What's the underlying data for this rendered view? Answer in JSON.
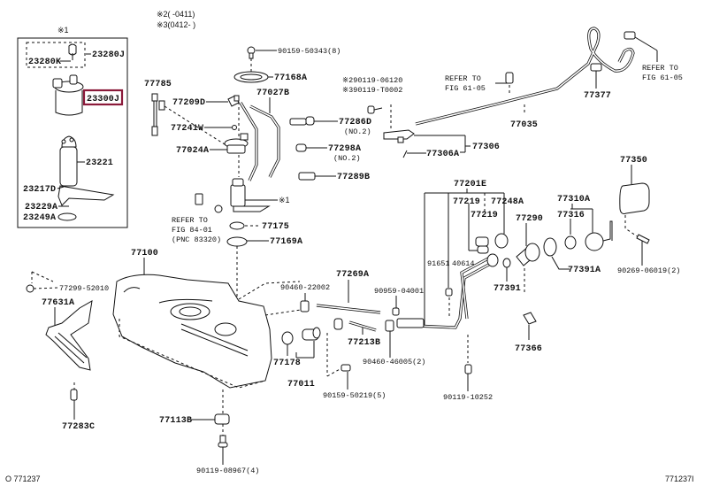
{
  "diagram": {
    "notes": {
      "n2": "※2(      -0411)",
      "n3": "※3(0412-      )",
      "star1_top": "※1",
      "star1_pump": "※1",
      "bolt_n2": "※290119-06120",
      "bolt_n3": "※390119-T0002"
    },
    "highlight_color": "#8b1a3a",
    "highlighted_part": "23300J",
    "labels": {
      "p23280J": "23280J",
      "p23280K": "23280K",
      "p23300J": "23300J",
      "p23221": "23221",
      "p23217D": "23217D",
      "p23229A": "23229A",
      "p23249A": "23249A",
      "p90159_50343": "90159-50343(8)",
      "p77168A": "77168A",
      "p77785": "77785",
      "p77209D": "77209D",
      "p77027B": "77027B",
      "p77241W": "77241W",
      "p77024A": "77024A",
      "p77286D": "77286D",
      "p77286D_sub": "(NO.2)",
      "p77298A": "77298A",
      "p77298A_sub": "(NO.2)",
      "p77289B": "77289B",
      "p77175": "77175",
      "p77169A": "77169A",
      "p77035": "77035",
      "p77377": "77377",
      "p77306": "77306",
      "p77306A": "77306A",
      "p77350": "77350",
      "p77201E": "77201E",
      "p77219a": "77219",
      "p77219b": "77219",
      "p77248A": "77248A",
      "p77290": "77290",
      "p77310A": "77310A",
      "p77316": "77316",
      "p91651": "91651",
      "p40614": "40614",
      "p77391": "77391",
      "p77391A": "77391A",
      "p90269": "90269-06019(2)",
      "p77366": "77366",
      "p77100": "77100",
      "p77299": "77299-52010",
      "p77631A": "77631A",
      "p77283C": "77283C",
      "p90460_22002": "90460-22002",
      "p77269A": "77269A",
      "p90959": "90959-04001",
      "p77213B": "77213B",
      "p90460_46005": "90460-46005(2)",
      "p77178": "77178",
      "p77011": "77011",
      "p90159_50219": "90159-50219(5)",
      "p90119_10252": "90119-10252",
      "p77113B": "77113B",
      "p90119_08967": "90119-08967(4)"
    },
    "refs": {
      "ref_fig84_l1": "REFER TO",
      "ref_fig84_l2": "FIG 84-01",
      "ref_fig84_l3": "(PNC 83320)",
      "ref_fig61a_l1": "REFER TO",
      "ref_fig61a_l2": "FIG 61-05",
      "ref_fig61b_l1": "REFER TO",
      "ref_fig61b_l2": "FIG 61-05"
    },
    "footer": {
      "left_code": "O 771237",
      "right_code": "771237I"
    }
  }
}
